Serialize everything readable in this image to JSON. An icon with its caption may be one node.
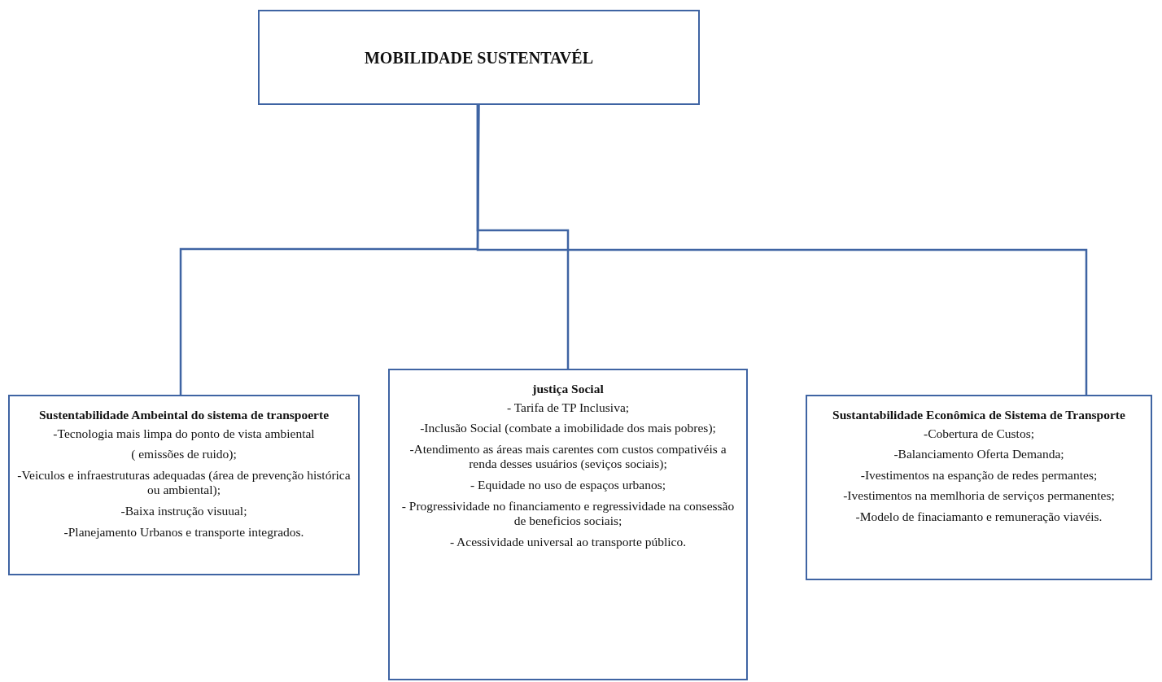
{
  "diagram": {
    "nodes": [
      {
        "text": [
          "MOBILIDADE SUSTENTAVÉL"
        ]
      },
      {
        "text": [
          "Sustentabilidade  Ambeintal do sistema de transpoerte",
          "-Tecnologia mais limpa  do ponto de vista ambiental",
          "( emissões de ruido);",
          "-Veiculos  e infraestruturas adequadas (área de prevenção histórica ou ambiental);",
          "-Baixa instrução visuual;",
          "-Planejamento Urbanos e transporte integrados."
        ]
      },
      {
        "text": [
          "justiça Social",
          "- Tarifa de TP Inclusiva;",
          "-Inclusão Social (combate a imobilidade  dos mais pobres);",
          "-Atendimento  as áreas mais carentes com custos compativéis  a renda desses usuários (seviços sociais);",
          "- Equidade no uso de espaços urbanos;",
          "- Progressividade no  financiamento  e regressividade na consessão de beneficios sociais;",
          "- Acessividade universal  ao transporte público."
        ]
      },
      {
        "text": [
          "Sustantabilidade Econômica de Sistema de Transporte",
          "-Cobertura de Custos;",
          "-Balanciamento Oferta Demanda;",
          "-Ivestimentos na espanção de redes permantes;",
          "-Ivestimentos na memlhoria  de  serviços permanentes;",
          "-Modelo de finaciamanto e remuneração  viavéis."
        ]
      }
    ],
    "edges": [
      {
        "from": 0,
        "to": 1,
        "arrow": "none"
      },
      {
        "from": 0,
        "to": 2,
        "arrow": "none"
      },
      {
        "from": 0,
        "to": 3,
        "arrow": "none"
      }
    ]
  }
}
